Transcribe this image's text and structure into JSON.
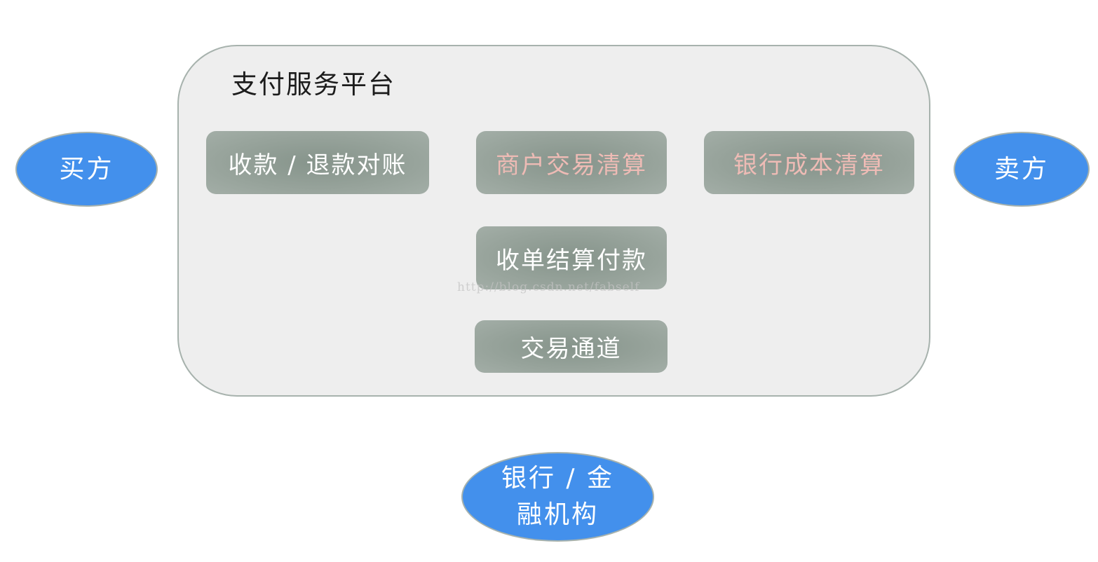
{
  "platform": {
    "title": "支付服务平台",
    "modules": [
      {
        "label": "收款 / 退款对账"
      },
      {
        "label": "商户交易清算"
      },
      {
        "label": "银行成本清算"
      },
      {
        "label": "收单结算付款"
      },
      {
        "label": "交易通道"
      }
    ]
  },
  "parties": {
    "buyer": "买方",
    "seller": "卖方",
    "bank": "银行 / 金融机构"
  },
  "watermark": "http://blog.csdn.net/fabself",
  "colors": {
    "platform_bg": "#eeeeee",
    "module_bg": "#97a39b",
    "module_text": "#ffffff",
    "module_highlight_text": "#eebbb5",
    "party_bg": "#4390ec"
  }
}
